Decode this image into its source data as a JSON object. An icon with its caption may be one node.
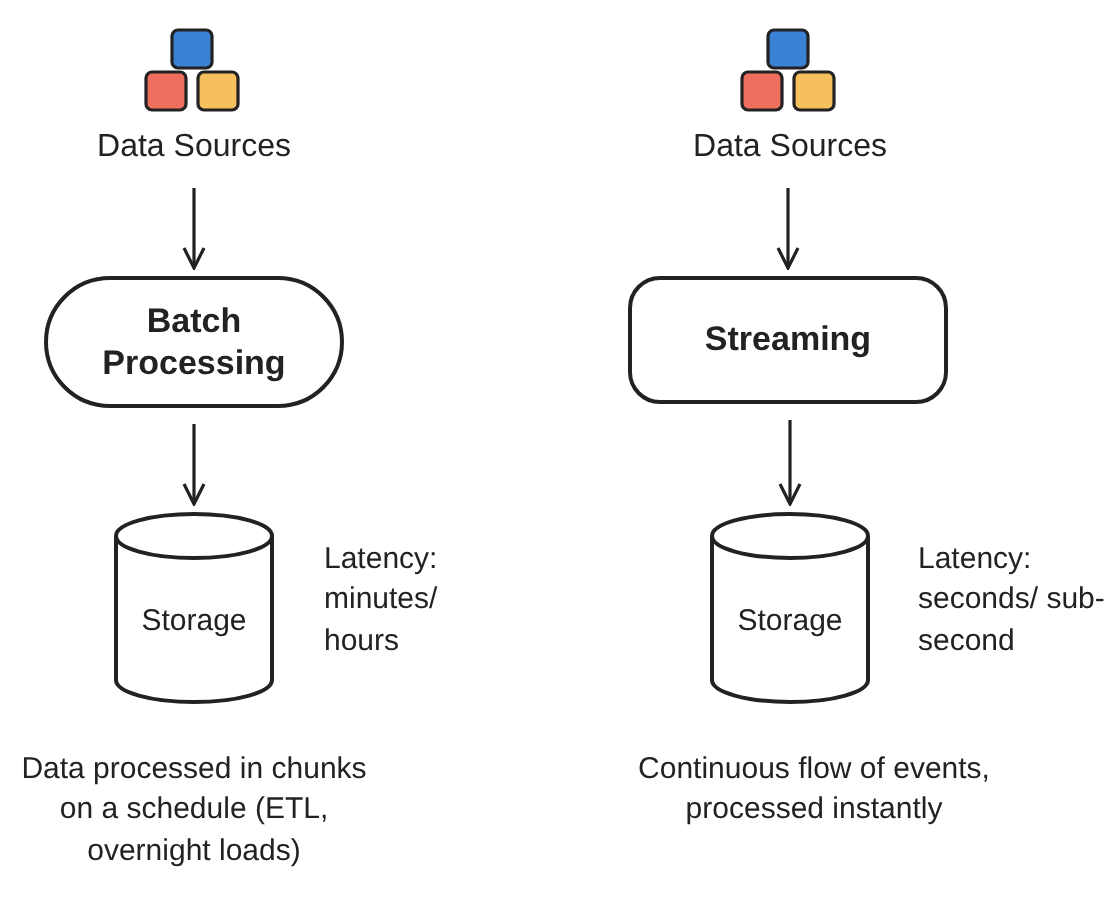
{
  "diagram": {
    "nodes": [
      {
        "text": [
          "Data Sources"
        ]
      },
      {
        "text": [
          "Batch Processing"
        ]
      },
      {
        "text": [
          "Storage"
        ],
        "beside": [
          "Latency: minutes/ hours"
        ]
      },
      {
        "text": [
          "Data Sources"
        ]
      },
      {
        "text": [
          "Streaming"
        ]
      },
      {
        "text": [
          "Storage"
        ],
        "beside": [
          "Latency: seconds/ sub-second"
        ]
      }
    ],
    "edges": [
      {
        "from": 0,
        "to": 1,
        "arrow": "to"
      },
      {
        "from": 1,
        "to": 2,
        "arrow": "to"
      },
      {
        "from": 3,
        "to": 4,
        "arrow": "to"
      },
      {
        "from": 4,
        "to": 5,
        "arrow": "to"
      }
    ],
    "labels": [
      "Data processed in chunks on a schedule (ETL, overnight loads)",
      "Continuous flow of events, processed instantly"
    ]
  }
}
